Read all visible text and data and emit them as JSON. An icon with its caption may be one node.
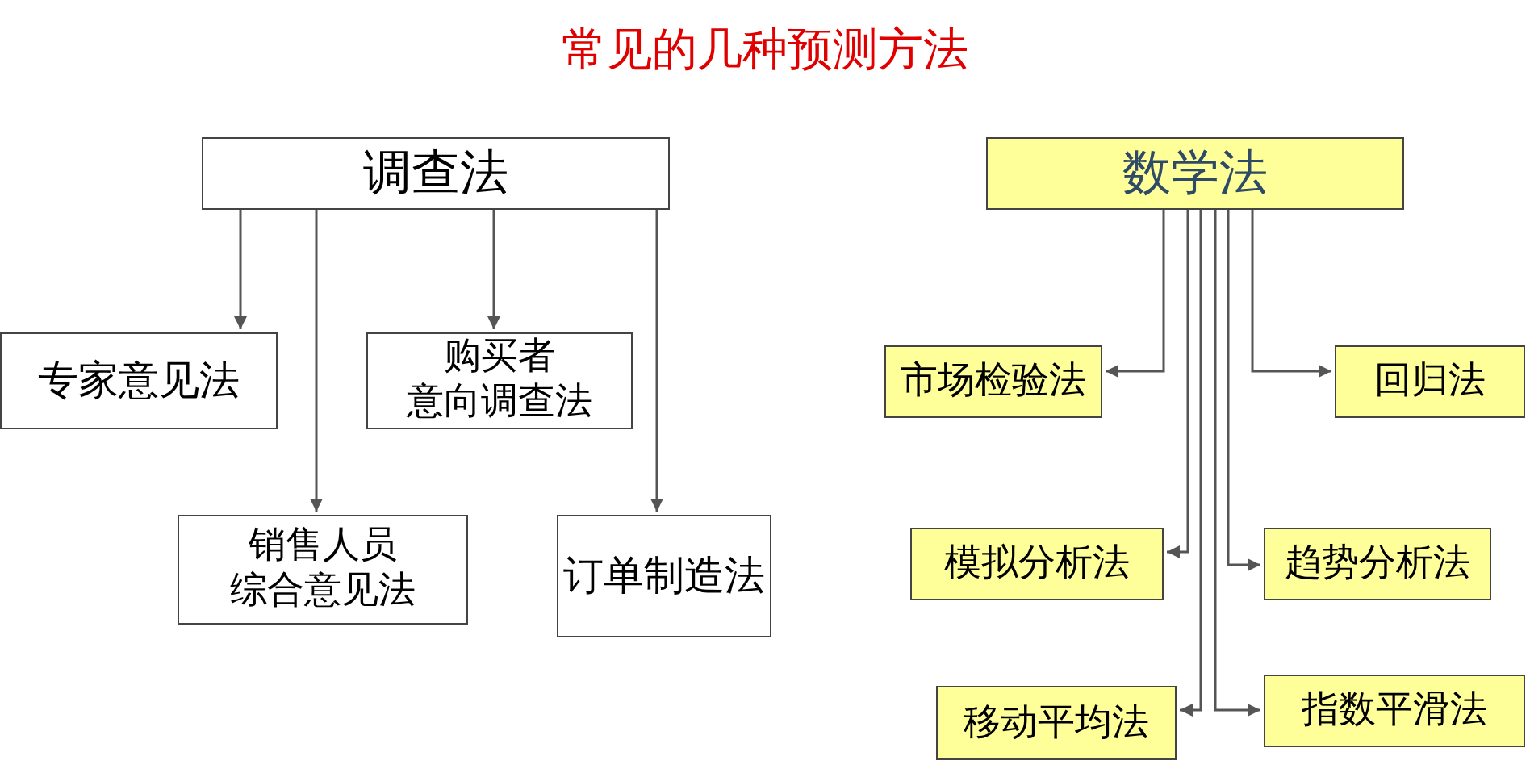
{
  "diagram": {
    "title": "常见的几种预测方法",
    "nodes": [
      {
        "text": [
          "调查法"
        ]
      },
      {
        "text": [
          "专家意见法"
        ]
      },
      {
        "text": [
          "购买者意向调查法"
        ]
      },
      {
        "text": [
          "销售人员综合意见法"
        ]
      },
      {
        "text": [
          "订单制造法"
        ]
      },
      {
        "text": [
          "数学法"
        ]
      },
      {
        "text": [
          "市场检验法"
        ]
      },
      {
        "text": [
          "回归法"
        ]
      },
      {
        "text": [
          "模拟分析法"
        ]
      },
      {
        "text": [
          "趋势分析法"
        ]
      },
      {
        "text": [
          "移动平均法"
        ]
      },
      {
        "text": [
          "指数平滑法"
        ]
      }
    ],
    "edges": [
      {
        "from": 0,
        "to": 1,
        "arrow": "to"
      },
      {
        "from": 0,
        "to": 3,
        "arrow": "to"
      },
      {
        "from": 0,
        "to": 2,
        "arrow": "to"
      },
      {
        "from": 0,
        "to": 4,
        "arrow": "to"
      },
      {
        "from": 5,
        "to": 6,
        "arrow": "to"
      },
      {
        "from": 5,
        "to": 8,
        "arrow": "to"
      },
      {
        "from": 5,
        "to": 10,
        "arrow": "to"
      },
      {
        "from": 5,
        "to": 11,
        "arrow": "to"
      },
      {
        "from": 5,
        "to": 9,
        "arrow": "to"
      },
      {
        "from": 5,
        "to": 7,
        "arrow": "to"
      }
    ]
  }
}
